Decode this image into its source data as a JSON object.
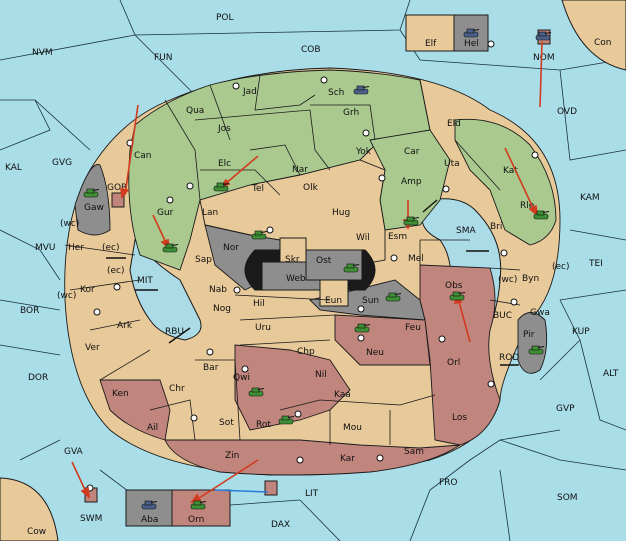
{
  "colors": {
    "sea": "#aadbe6",
    "neutral": "#e8c99a",
    "green": "#a9c98f",
    "red": "#c0857c",
    "grey": "#8e8e8e",
    "black": "#1a1a1a",
    "order": "#d23b1e",
    "convoy": "#2a7bd6"
  },
  "labels": {
    "POL": "POL",
    "COB": "COB",
    "NVM": "NVM",
    "FUN": "FUN",
    "Elf": "Elf",
    "Hel": "Hel",
    "NOM": "NOM",
    "Con": "Con",
    "OVD": "OVD",
    "KAL": "KAL",
    "GVG": "GVG",
    "GOR": "GOR",
    "Gaw": "Gaw",
    "MVU": "MVU",
    "wc1": "(wc)",
    "wc2": "(wc)",
    "wc3": "(wc)",
    "ec1": "(ec)",
    "ec2": "(ec)",
    "ec3": "(ec)",
    "Jad": "Jad",
    "Sch": "Sch",
    "Qua": "Qua",
    "Jos": "Jos",
    "Grh": "Grh",
    "Eld": "Eld",
    "Can": "Can",
    "Elc": "Elc",
    "Nar": "Nar",
    "Yok": "Yok",
    "Car": "Car",
    "Uta": "Uta",
    "Kat": "Kat",
    "KAM": "KAM",
    "Tel": "Tel",
    "Olk": "Olk",
    "Amp": "Amp",
    "Rle": "Rle",
    "Gur": "Gur",
    "Lan": "Lan",
    "Hug": "Hug",
    "Esm": "Esm",
    "Bri": "Bri",
    "SMA": "SMA",
    "Her": "Her",
    "Nor": "Nor",
    "Skr": "Skr",
    "Ost": "Ost",
    "Wil": "Wil",
    "Mel": "Mel",
    "Sap": "Sap",
    "Web": "Web",
    "TEI": "TEI",
    "Byn": "Byn",
    "MIT": "MIT",
    "Kor": "Kor",
    "Nab": "Nab",
    "Eun": "Eun",
    "Sun": "Sun",
    "Obs": "Obs",
    "BOR": "BOR",
    "Hil": "Hil",
    "Nog": "Nog",
    "Gwa": "Gwa",
    "Ark": "Ark",
    "RBU": "RBU",
    "Uru": "Uru",
    "Feu": "Feu",
    "BUC": "BUC",
    "KUP": "KUP",
    "Pir": "Pir",
    "Ver": "Ver",
    "Chp": "Chp",
    "Neu": "Neu",
    "Orl": "Orl",
    "Bar": "Bar",
    "ROD": "ROD",
    "DOR": "DOR",
    "Qwi": "Qwi",
    "Nil": "Nil",
    "ALT": "ALT",
    "Chr": "Chr",
    "Ken": "Ken",
    "Kaa": "Kaa",
    "Rot": "Rot",
    "Los": "Los",
    "GVP": "GVP",
    "Ail": "Ail",
    "Sot": "Sot",
    "Mou": "Mou",
    "Sam": "Sam",
    "GVA": "GVA",
    "Zin": "Zin",
    "Kar": "Kar",
    "FRO": "FRO",
    "LIT": "LIT",
    "SOM": "SOM",
    "SWM": "SWM",
    "Aba": "Aba",
    "Orn": "Orn",
    "DAX": "DAX",
    "Cow": "Cow"
  },
  "units": [
    {
      "name": "tank-unit-hel",
      "owner": "grey"
    },
    {
      "name": "tank-unit-nom",
      "owner": "grey"
    },
    {
      "name": "tank-unit-sch",
      "owner": "grey"
    },
    {
      "name": "tank-unit-gor",
      "owner": "green"
    },
    {
      "name": "tank-unit-tel",
      "owner": "green"
    },
    {
      "name": "tank-unit-kat",
      "owner": "green"
    },
    {
      "name": "tank-unit-gur",
      "owner": "green"
    },
    {
      "name": "tank-unit-esm",
      "owner": "green"
    },
    {
      "name": "tank-unit-nor",
      "owner": "green"
    },
    {
      "name": "tank-unit-ost",
      "owner": "green"
    },
    {
      "name": "tank-unit-sun",
      "owner": "green"
    },
    {
      "name": "tank-unit-obs",
      "owner": "green"
    },
    {
      "name": "tank-unit-feu",
      "owner": "green"
    },
    {
      "name": "tank-unit-pir",
      "owner": "green"
    },
    {
      "name": "tank-unit-qwi",
      "owner": "green"
    },
    {
      "name": "tank-unit-rot",
      "owner": "green"
    },
    {
      "name": "tank-unit-aba",
      "owner": "grey"
    },
    {
      "name": "tank-unit-orn",
      "owner": "green"
    }
  ]
}
